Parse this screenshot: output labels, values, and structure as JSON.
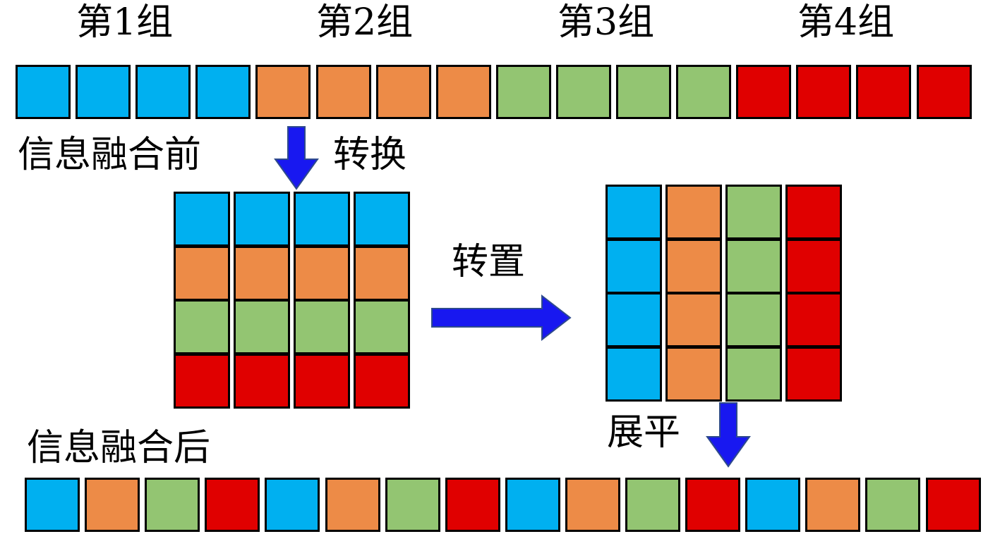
{
  "colors": {
    "blue": "#00B0F0",
    "orange": "#ED8B47",
    "green": "#93C572",
    "red": "#E00000",
    "arrow": "#1818F0",
    "arrow_outline": "#2E4A8C"
  },
  "labels": {
    "group1": "第1组",
    "group2": "第2组",
    "group3": "第3组",
    "group4": "第4组",
    "before_fusion": "信息融合前",
    "convert": "转换",
    "transpose": "转置",
    "flatten": "展平",
    "after_fusion": "信息融合后"
  },
  "rows": {
    "top_sequence": [
      "blue",
      "blue",
      "blue",
      "blue",
      "orange",
      "orange",
      "orange",
      "orange",
      "green",
      "green",
      "green",
      "green",
      "red",
      "red",
      "red",
      "red"
    ],
    "bottom_sequence": [
      "blue",
      "orange",
      "green",
      "red",
      "blue",
      "orange",
      "green",
      "red",
      "blue",
      "orange",
      "green",
      "red",
      "blue",
      "orange",
      "green",
      "red"
    ]
  },
  "matrices": {
    "before_transpose": [
      [
        "blue",
        "blue",
        "blue",
        "blue"
      ],
      [
        "orange",
        "orange",
        "orange",
        "orange"
      ],
      [
        "green",
        "green",
        "green",
        "green"
      ],
      [
        "red",
        "red",
        "red",
        "red"
      ]
    ],
    "after_transpose": [
      [
        "blue",
        "orange",
        "green",
        "red"
      ],
      [
        "blue",
        "orange",
        "green",
        "red"
      ],
      [
        "blue",
        "orange",
        "green",
        "red"
      ],
      [
        "blue",
        "orange",
        "green",
        "red"
      ]
    ]
  }
}
